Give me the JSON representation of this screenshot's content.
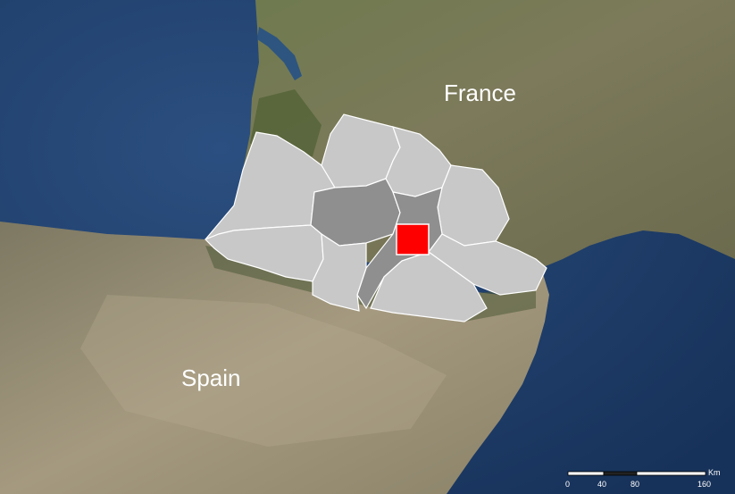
{
  "map": {
    "labels": {
      "france": "France",
      "spain": "Spain"
    },
    "scale_bar": {
      "unit": "Km",
      "ticks": [
        "0",
        "40",
        "80",
        "160"
      ]
    },
    "colors": {
      "sea": "#1f3f6b",
      "land_dark": "#4d5f3a",
      "land_light": "#8d8a6f",
      "region_fill": "#c8c8c8",
      "region_highlight": "#8f8f8f",
      "region_border": "#ffffff",
      "study_area": "#ff0000"
    }
  }
}
